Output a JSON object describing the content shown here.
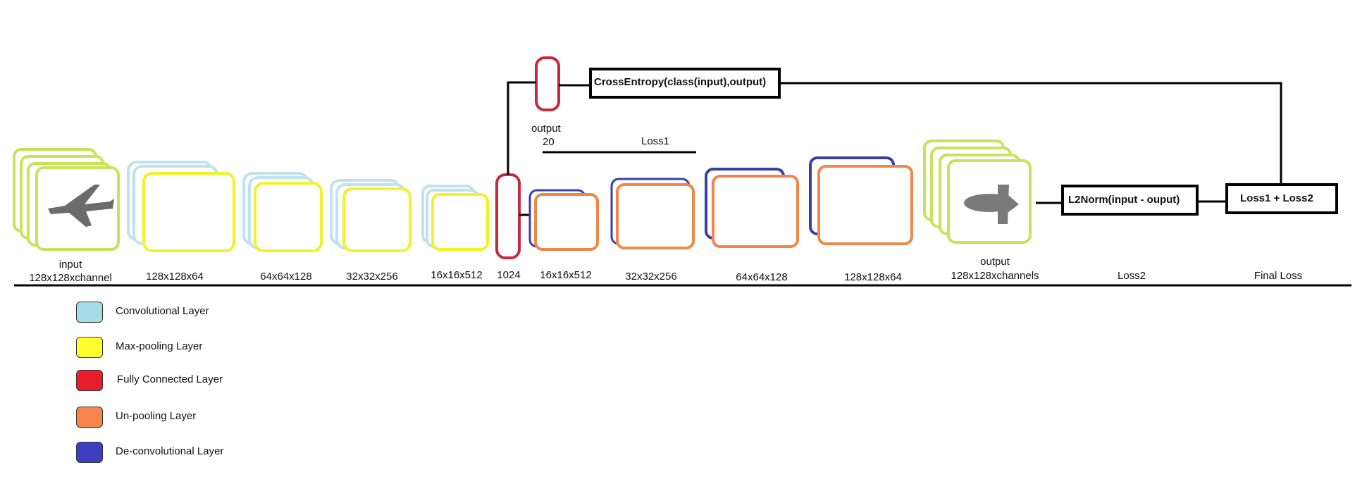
{
  "encoder": {
    "input_label": "input",
    "input_dims": "128x128xchannel",
    "layers": [
      "128x128x64",
      "64x64x128",
      "32x32x256",
      "16x16x512"
    ],
    "fc_label": "1024"
  },
  "classifier": {
    "output_label": "output",
    "output_dims": "20",
    "loss_box": "CrossEntropy(class(input),output)",
    "loss_name": "Loss1"
  },
  "decoder": {
    "layers": [
      "16x16x512",
      "32x32x256",
      "64x64x128",
      "128x128x64"
    ],
    "output_label": "output",
    "output_dims": "128x128xchannels"
  },
  "losses": {
    "l2_box": "L2Norm(input - ouput)",
    "l2_name": "Loss2",
    "final_box": "Loss1 + Loss2",
    "final_name": "Final Loss"
  },
  "legend": [
    {
      "label": "Convolutional Layer",
      "color": "#a6dbe8"
    },
    {
      "label": "Max-pooling Layer",
      "color": "#ffff2e"
    },
    {
      "label": "Fully Connected Layer",
      "color": "#e81c2b"
    },
    {
      "label": "Un-pooling Layer",
      "color": "#f5854a"
    },
    {
      "label": "De-convolutional Layer",
      "color": "#3d3fc0"
    }
  ],
  "colors": {
    "input_frame": "#c7e35a",
    "conv": "#a6dbe8",
    "pool": "#f2f228",
    "fc": "#c8283c",
    "unpool": "#f0874a",
    "deconv": "#3a3fa8"
  }
}
